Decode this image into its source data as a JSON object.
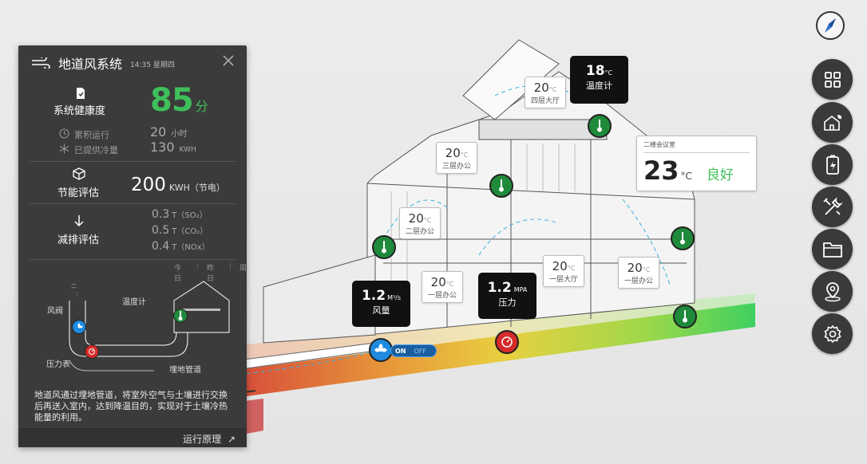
{
  "panel": {
    "title": "地道风系统",
    "time": "14:35 星期四",
    "health_label": "系统健康度",
    "health_score": "85",
    "health_unit": "分",
    "runtime_label": "累积运行",
    "runtime_value": "20",
    "runtime_unit": "小时",
    "cooling_label": "已提供冷量",
    "cooling_value": "130",
    "cooling_unit": "KWH",
    "energy_label": "节能评估",
    "energy_value": "200",
    "energy_unit": "KWH（节电）",
    "emission_label": "减排评估",
    "emissions": [
      {
        "value": "0.3",
        "unit": "T（SO₂）"
      },
      {
        "value": "0.5",
        "unit": "T（CO₂）"
      },
      {
        "value": "0.4",
        "unit": "T（NOx）"
      }
    ],
    "periods": [
      "今日",
      "昨日",
      "周"
    ],
    "diagram": {
      "damper": "风阀",
      "thermometer": "温度计",
      "gauge": "压力表",
      "pipe": "埋地管道"
    },
    "description": "地道风通过埋地管道，将室外空气与土壤进行交换后再送入室内，达到降温目的，实现对于土壤冷热能量的利用。",
    "footer_link": "运行原理"
  },
  "cards": {
    "fourth_floor": {
      "value": "20",
      "unit": "°C",
      "room": "四层大厅"
    },
    "third_floor": {
      "value": "20",
      "unit": "°C",
      "room": "三层办公"
    },
    "second_floor": {
      "value": "20",
      "unit": "°C",
      "room": "二层办公"
    },
    "first_office_left": {
      "value": "20",
      "unit": "°C",
      "room": "一层办公"
    },
    "first_hall": {
      "value": "20",
      "unit": "°C",
      "room": "一层大厅"
    },
    "first_office_right": {
      "value": "20",
      "unit": "°C",
      "room": "一层办公"
    },
    "temp_meter": {
      "value": "18",
      "unit": "°C",
      "label": "温度计"
    },
    "airflow": {
      "value": "1.2",
      "unit": "M³/s",
      "label": "风量"
    },
    "pressure": {
      "value": "1.2",
      "unit": "MPA",
      "label": "压力"
    },
    "meeting": {
      "title": "二楼会议室",
      "value": "23",
      "unit": "°C",
      "status": "良好"
    }
  },
  "toggle": {
    "on": "ON",
    "off": "OFF"
  },
  "colors": {
    "accent_green": "#3fbf5a",
    "status_good": "#3fbf5a",
    "pin_green": "#1f8a3a",
    "pin_red": "#d52b2b",
    "pin_blue": "#1e8be0"
  },
  "icons": [
    "compass-icon",
    "grid-icon",
    "home-icon",
    "battery-icon",
    "tools-icon",
    "folder-icon",
    "location-icon",
    "settings-icon"
  ]
}
